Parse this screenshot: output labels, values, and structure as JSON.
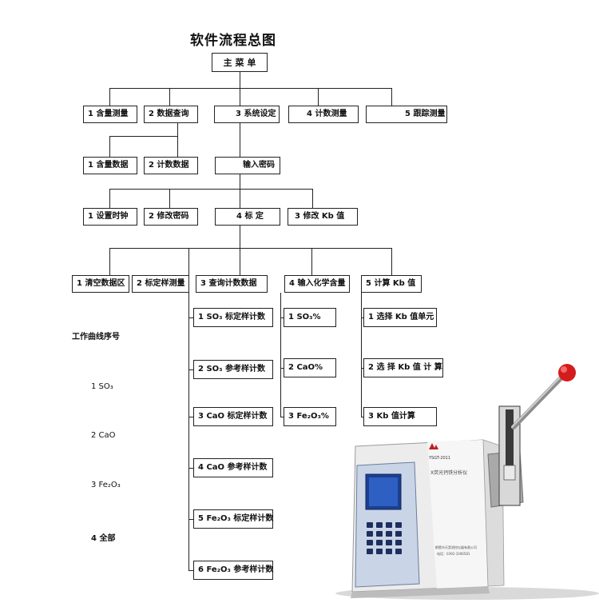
{
  "title": "软件流程总图",
  "main_menu": "主 菜 单",
  "level1": [
    "1 含量测量",
    "2 数据查询",
    "3 系统设定",
    "4 计数测量",
    "5 跟踪测量"
  ],
  "level2_query": [
    "1 含量数据",
    "2 计数数据"
  ],
  "password": "输入密码",
  "level3": [
    "1 设置时钟",
    "2 修改密码",
    "4 标 定",
    "3 修改 Kb 值"
  ],
  "level4": [
    "1 清空数据区",
    "2 标定样测量",
    "3 查询计数数据",
    "4 输入化学含量",
    "5 计算 Kb 值"
  ],
  "count_query_items": [
    "1 SO₃ 标定样计数",
    "2 SO₃ 参考样计数",
    "3 CaO 标定样计数",
    "4 CaO 参考样计数",
    "5 Fe₂O₃ 标定样计数",
    "6 Fe₂O₃ 参考样计数"
  ],
  "chem_items": [
    "1 SO₃%",
    "2 CaO%",
    "3 Fe₂O₃%"
  ],
  "kb_items": [
    "1 选择 Kb 值单元",
    "2 选 择 Kb 值 计 算",
    "3 Kb 值计算"
  ],
  "curve_label": "工作曲线序号",
  "curve_items": [
    "1 SO₃",
    "2 CaO",
    "3 Fe₂O₃",
    "4 全部"
  ],
  "device": {
    "model": "YSGT-2011",
    "name": "X荧光钙铁分析仪",
    "maker": "鹤壁市天昊测控仪器有限公司",
    "tel": "电话：0392-3306581"
  }
}
